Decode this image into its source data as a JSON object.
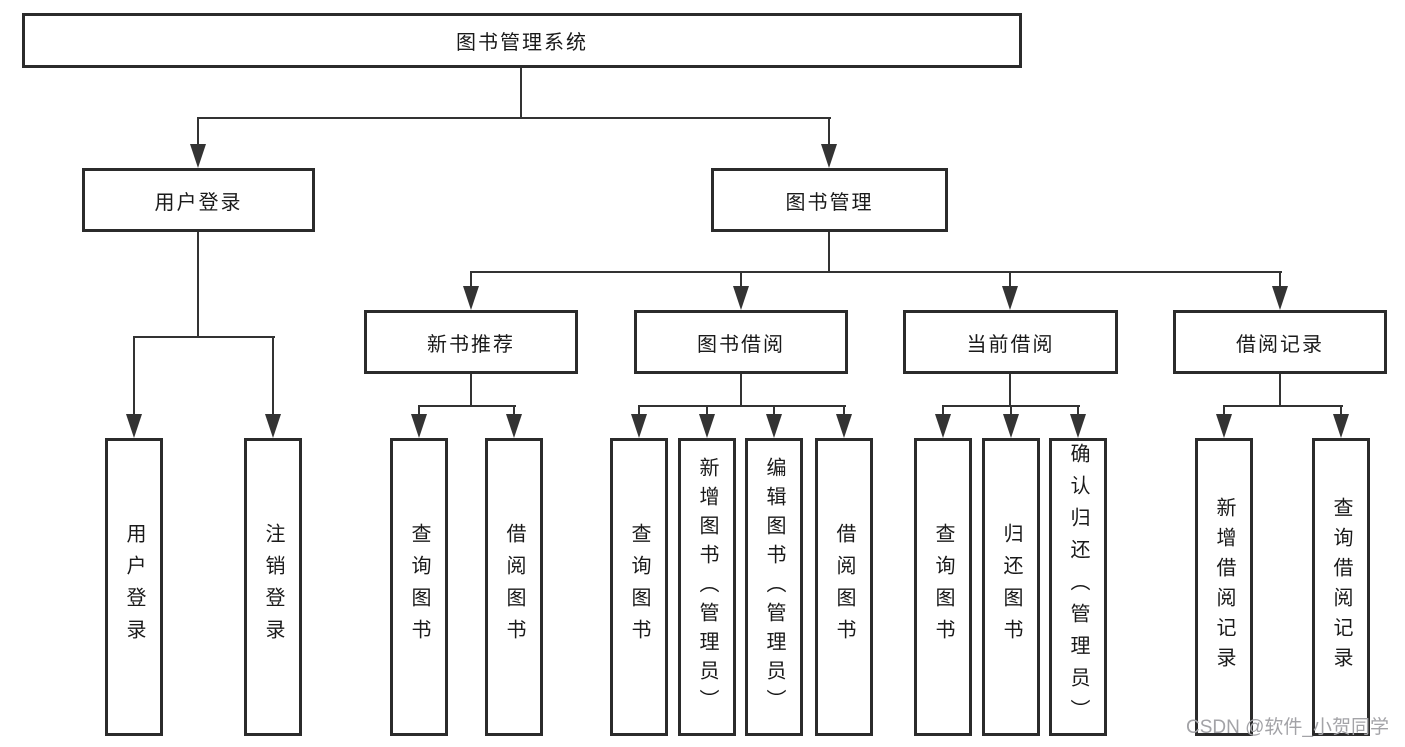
{
  "diagram": {
    "root": "图书管理系统",
    "level2": {
      "user_login": "用户登录",
      "book_mgmt": "图书管理"
    },
    "level3": {
      "new_books": "新书推荐",
      "borrow": "图书借阅",
      "current": "当前借阅",
      "records": "借阅记录"
    },
    "leaves": {
      "user_login": [
        "用户登录",
        "注销登录"
      ],
      "new_books": [
        "查询图书",
        "借阅图书"
      ],
      "borrow": [
        "查询图书",
        "新增图书（管理员）",
        "编辑图书（管理员）",
        "借阅图书"
      ],
      "current": [
        "查询图书",
        "归还图书",
        "确认归还（管理员）"
      ],
      "records": [
        "新增借阅记录",
        "查询借阅记录"
      ]
    },
    "watermark": "CSDN @软件_小贺同学",
    "colors": {
      "line": "#333333",
      "border": "#2b2b2b",
      "text": "#1a1a1a",
      "watermark": "#a3a3a7",
      "background": "#ffffff"
    }
  }
}
